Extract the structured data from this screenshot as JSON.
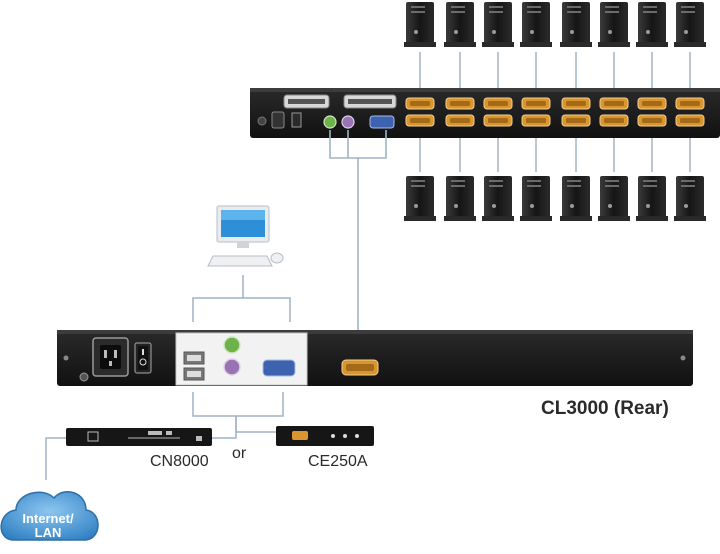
{
  "labels": {
    "rear_title": "CL3000 (Rear)",
    "device_a": "CN8000",
    "separator": "or",
    "device_b": "CE250A",
    "cloud_line1": "Internet/",
    "cloud_line2": "LAN"
  },
  "icons": {
    "server_tower": "server-tower-icon",
    "workstation": "desktop-computer-icon",
    "cloud": "cloud-icon"
  },
  "colors": {
    "panel": "#1c1c1c",
    "port_orange": "#d9962f",
    "port_blue": "#3d63b0",
    "ps2_green": "#6db24a",
    "ps2_purple": "#9a73b3",
    "cable": "#9fb4c4",
    "cloud": "#4f9bd9"
  }
}
